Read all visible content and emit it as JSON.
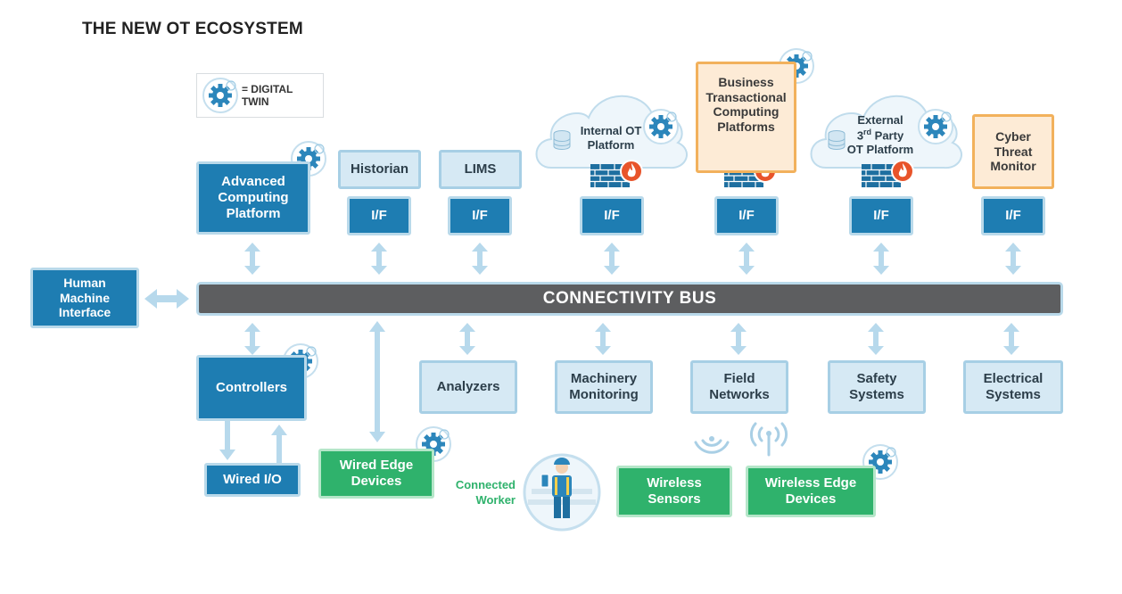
{
  "title": "THE NEW OT ECOSYSTEM",
  "legend": {
    "label": "= DIGITAL TWIN",
    "icon": "digital-twin-gear-icon"
  },
  "bus": "CONNECTIVITY BUS",
  "hmi": "Human\nMachine\nInterface",
  "top": {
    "advanced": "Advanced\nComputing\nPlatform",
    "historian": "Historian",
    "lims": "LIMS",
    "internal_ot": "Internal OT\nPlatform",
    "business": "Business\nTransactional\nComputing\nPlatforms",
    "external_prefix": "External\n3",
    "external_sup": "rd",
    "external_suffix": " Party\nOT Platform",
    "cyber": "Cyber\nThreat\nMonitor",
    "if_label": "I/F"
  },
  "bottom": {
    "controllers": "Controllers",
    "analyzers": "Analyzers",
    "machinery": "Machinery\nMonitoring",
    "field": "Field\nNetworks",
    "safety": "Safety\nSystems",
    "electrical": "Electrical\nSystems",
    "wired_io": "Wired I/O",
    "wired_edge": "Wired Edge\nDevices",
    "connected_worker": "Connected\nWorker",
    "wireless_sensors": "Wireless\nSensors",
    "wireless_edge": "Wireless Edge\nDevices"
  },
  "colors": {
    "dark_blue": "#1e7db2",
    "light_blue": "#d6e9f4",
    "green": "#2fb26c",
    "orange": "#f2b15c",
    "bus_gray": "#5d5e60",
    "firewall_red": "#e8542a"
  }
}
